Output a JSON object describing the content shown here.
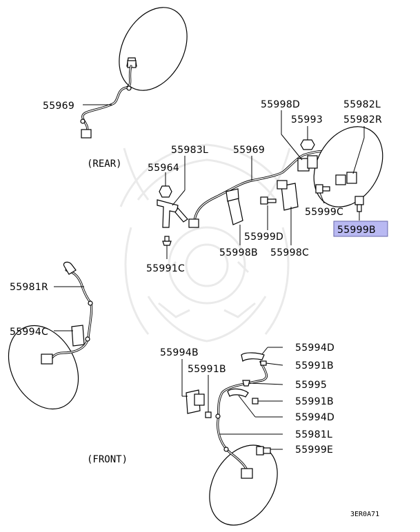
{
  "labels": {
    "p55969_rear": "55969",
    "rear": "(REAR)",
    "p55998D": "55998D",
    "p55993": "55993",
    "p55982L": "55982L",
    "p55982R": "55982R",
    "p55983L": "55983L",
    "p55969_mid": "55969",
    "p55964": "55964",
    "p55999C": "55999C",
    "p55999D": "55999D",
    "p55999B": "55999B",
    "p55998B": "55998B",
    "p55998C": "55998C",
    "p55991C": "55991C",
    "p55981R": "55981R",
    "p55994C": "55994C",
    "p55994D_top": "55994D",
    "p55994B": "55994B",
    "p55991B_top": "55991B",
    "p55991B_mid": "55991B",
    "p55995": "55995",
    "p55991B_right": "55991B",
    "p55994D_bottom": "55994D",
    "p55981L": "55981L",
    "p55999E": "55999E",
    "front": "(FRONT)"
  },
  "diagram_code": "3ER0A71",
  "highlight": {
    "part": "55999B",
    "color": "#b9b9f2"
  }
}
